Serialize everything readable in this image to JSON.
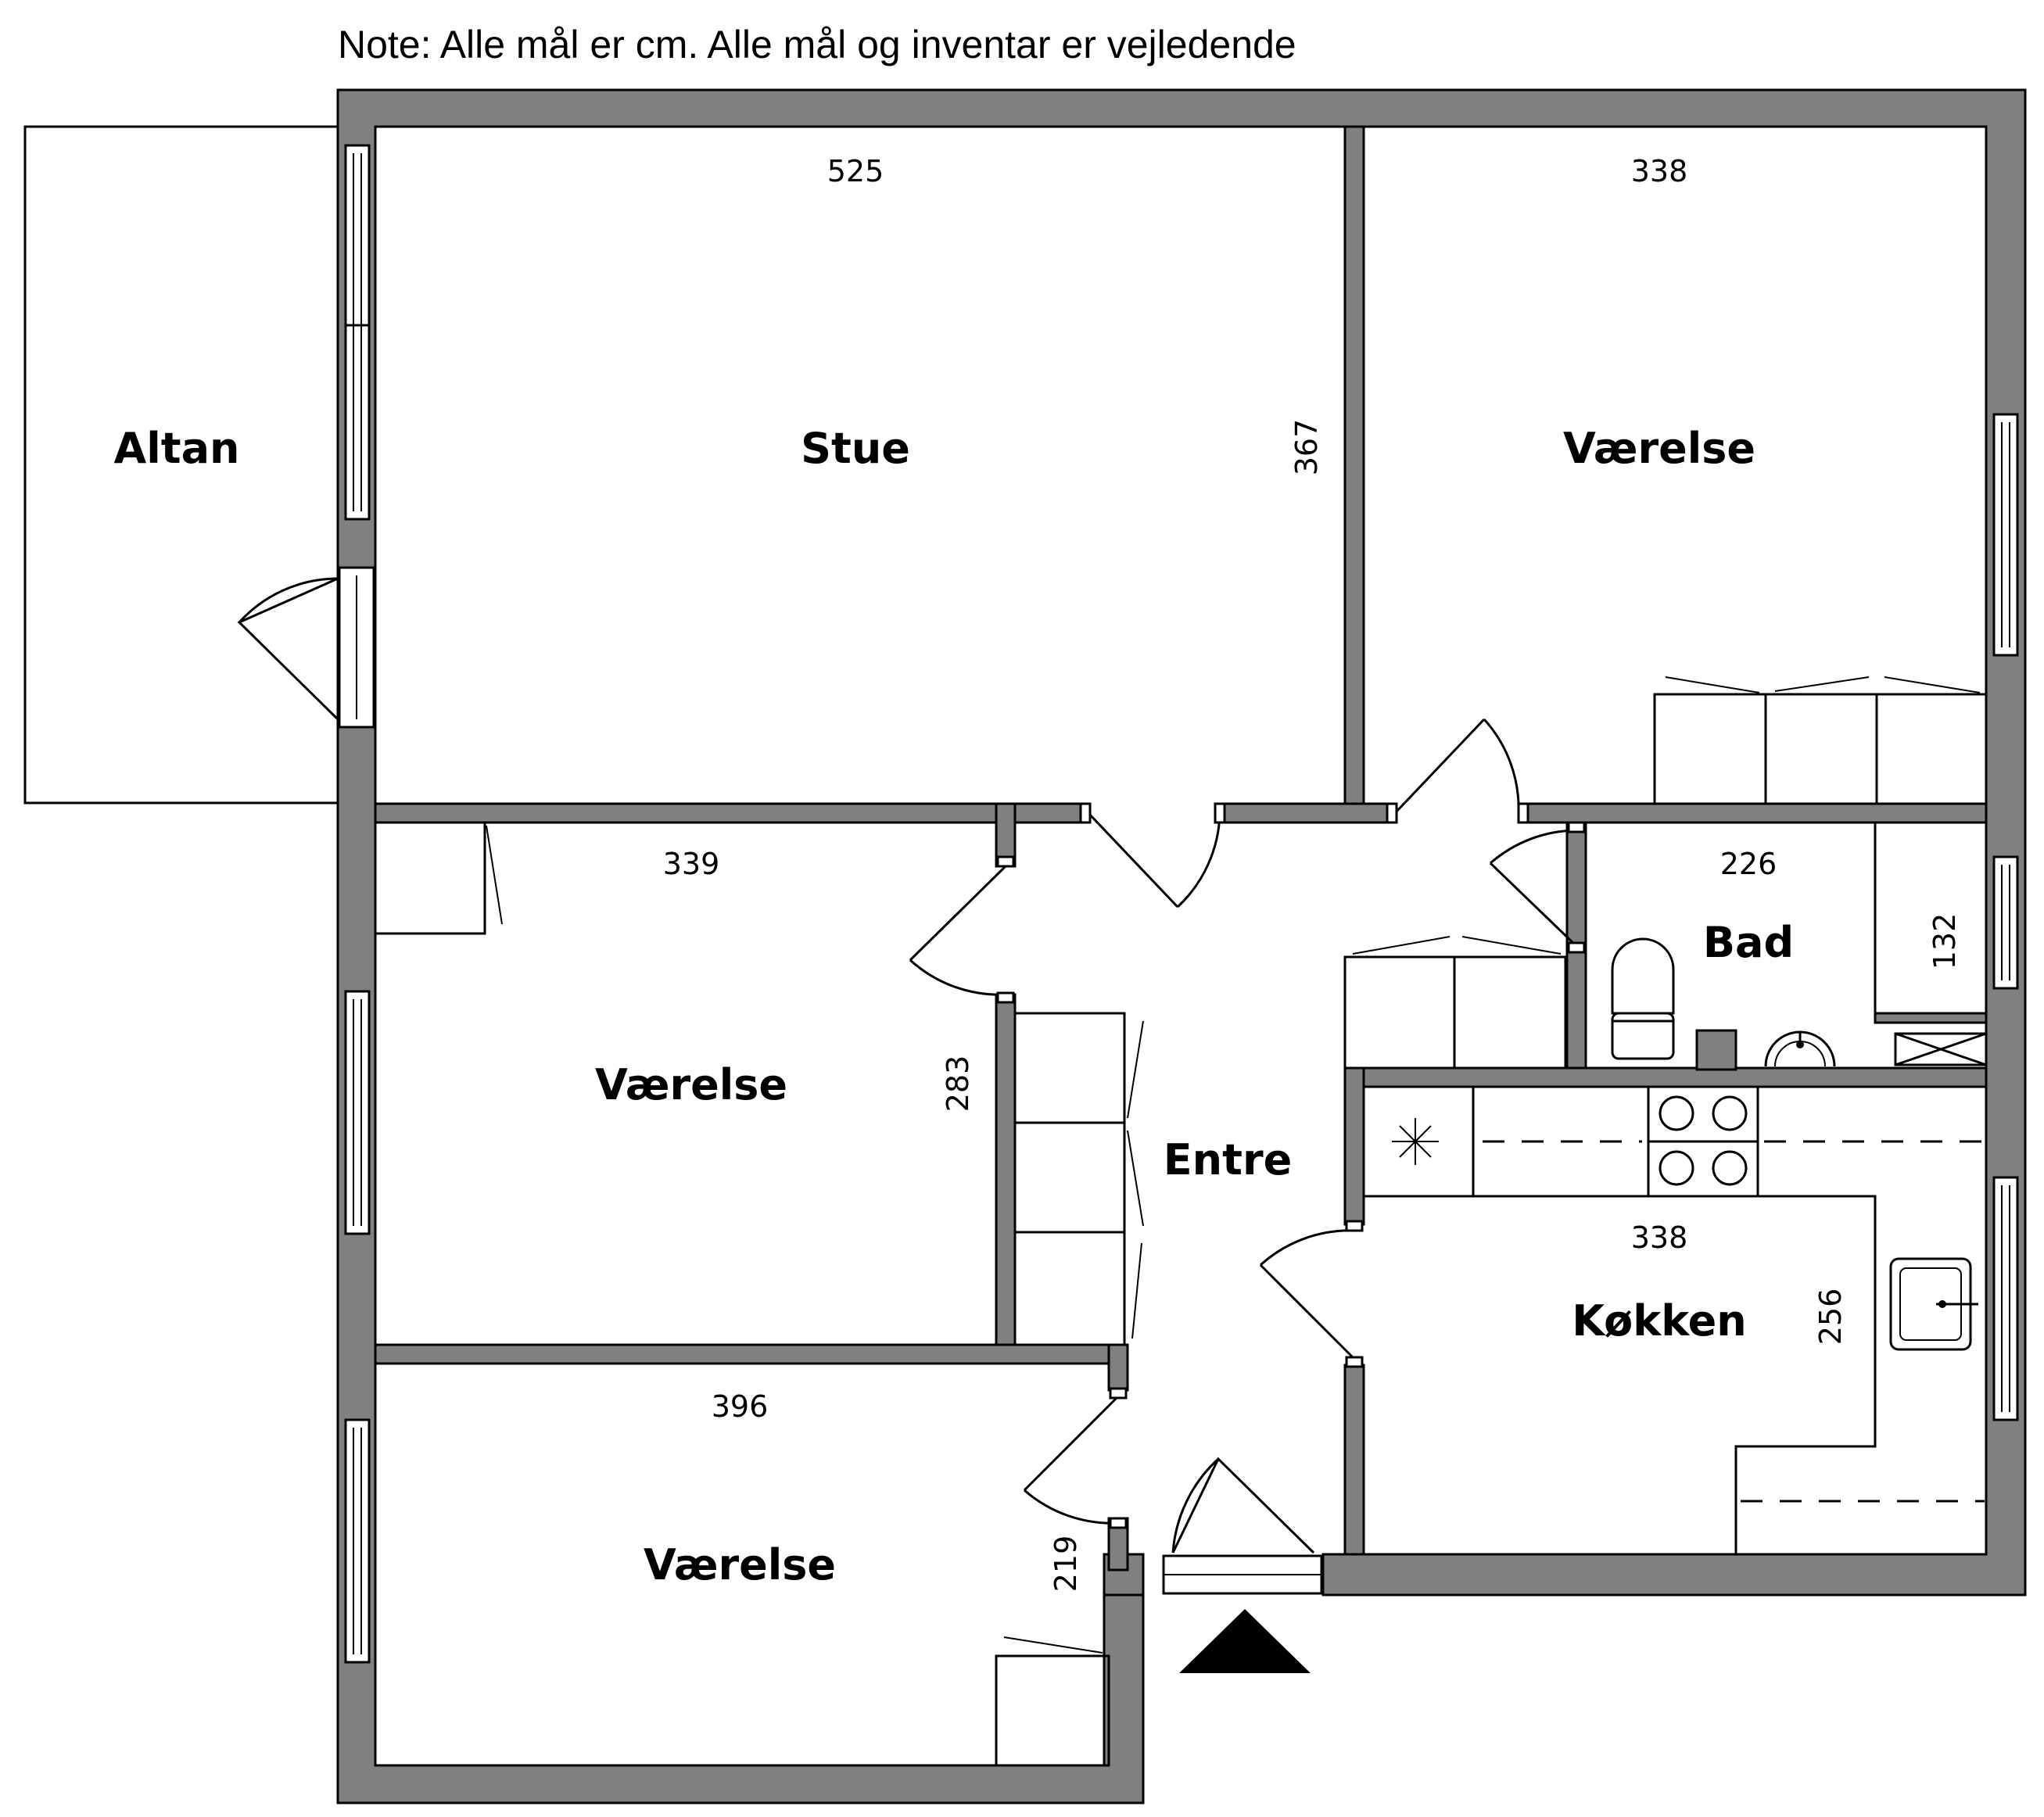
{
  "note": "Note: Alle mål er cm. Alle mål og inventar er vejledende",
  "rooms": [
    {
      "id": "altan",
      "label": "Altan"
    },
    {
      "id": "stue",
      "label": "Stue",
      "width_dim": "525",
      "height_dim": "367"
    },
    {
      "id": "vaerelse-ne",
      "label": "Værelse",
      "width_dim": "338"
    },
    {
      "id": "vaerelse-w",
      "label": "Værelse",
      "width_dim": "339",
      "height_dim": "283"
    },
    {
      "id": "vaerelse-sw",
      "label": "Værelse",
      "width_dim": "396",
      "height_dim": "219"
    },
    {
      "id": "entre",
      "label": "Entre"
    },
    {
      "id": "bad",
      "label": "Bad",
      "width_dim": "226",
      "height_dim": "132"
    },
    {
      "id": "koekken",
      "label": "Køkken",
      "width_dim": "338",
      "height_dim": "256"
    }
  ],
  "entrance_marker": "entrance-arrow-icon"
}
